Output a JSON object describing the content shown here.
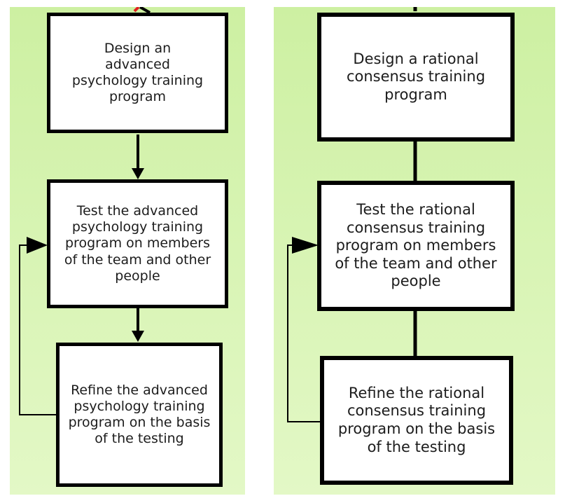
{
  "diagrams": [
    {
      "steps": [
        {
          "label": "Design an advanced psychology training program"
        },
        {
          "label": "Test the advanced psychology training program on members of the team and other people"
        },
        {
          "label": "Refine the advanced psychology training program on the basis of the testing"
        }
      ]
    },
    {
      "steps": [
        {
          "label": "Design a rational consensus training program"
        },
        {
          "label": "Test the rational consensus training program on members of the team and other people"
        },
        {
          "label": "Refine the rational consensus training program on the basis of the testing"
        }
      ]
    }
  ],
  "colors": {
    "panel_top": "#cdf0a2",
    "panel_bottom": "#e3f8c6",
    "box_fill": "#ffffff",
    "box_border": "#000000",
    "connector": "#000000",
    "accent_red": "#e02020"
  }
}
